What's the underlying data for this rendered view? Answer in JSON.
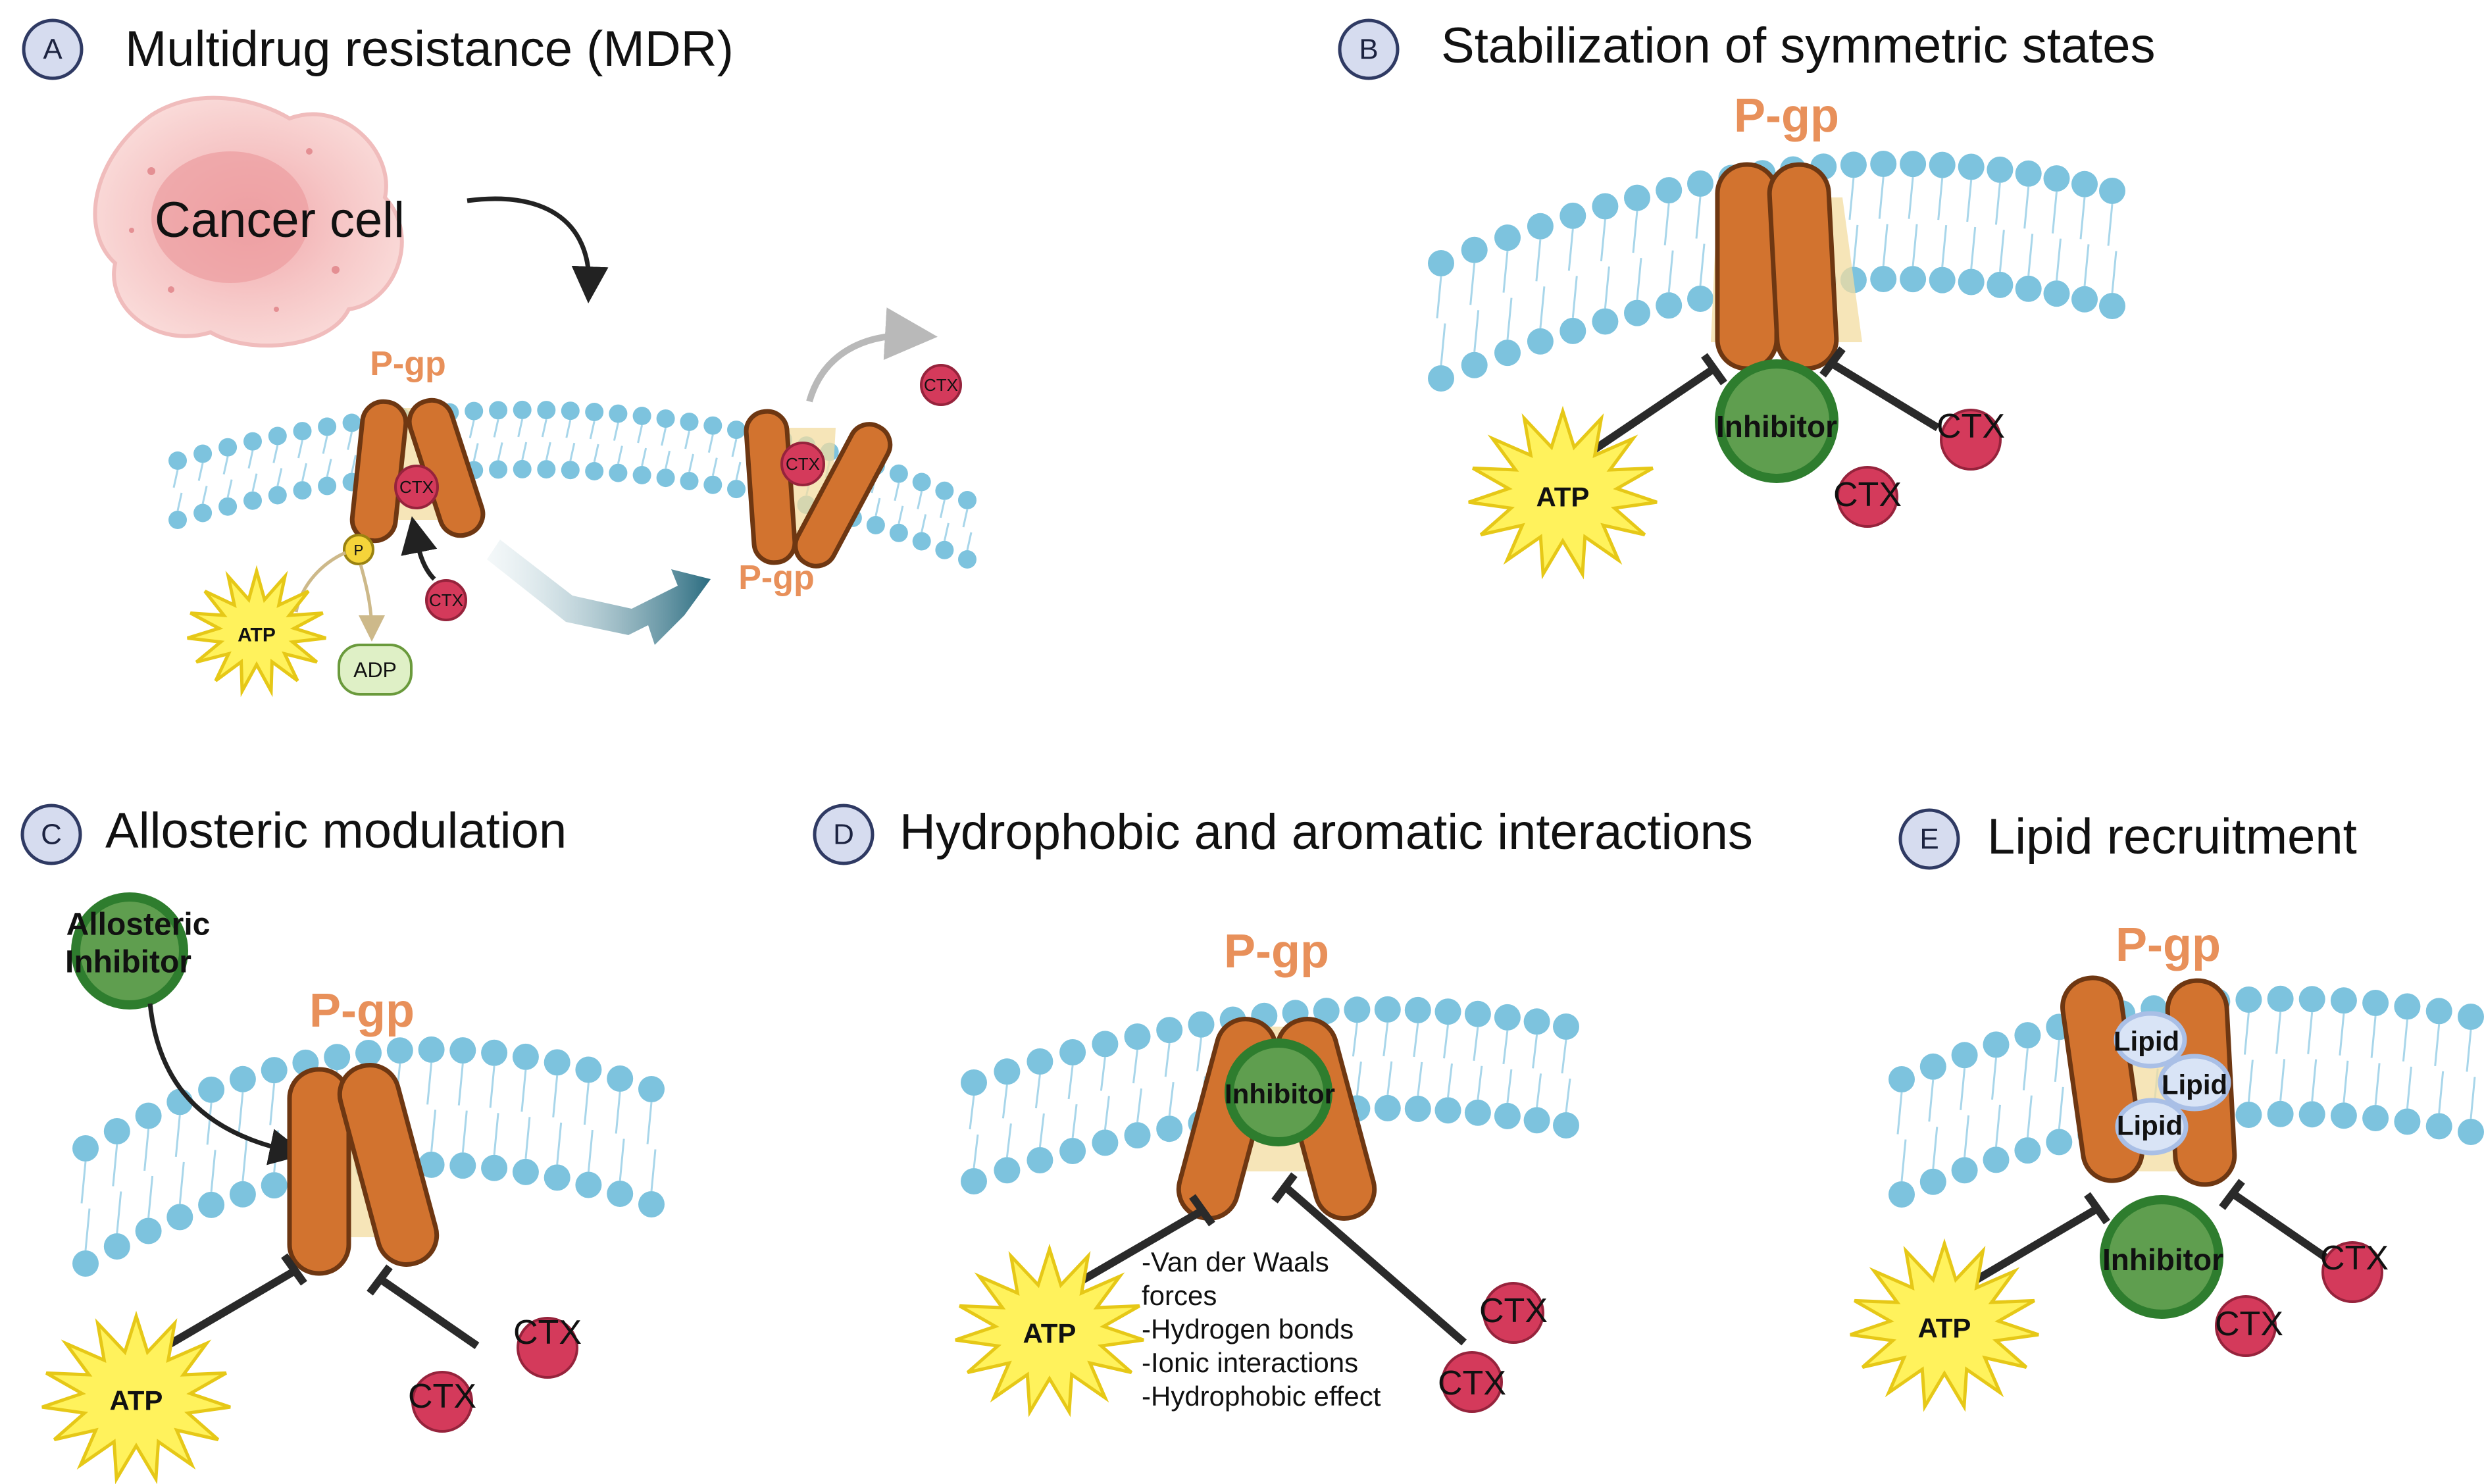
{
  "panels": {
    "A": {
      "badge": "A",
      "title": "Multidrug resistance (MDR)",
      "cell_label": "Cancer cell",
      "pgp_label_1": "P-gp",
      "pgp_label_2": "P-gp",
      "ctx": "CTX",
      "atp": "ATP",
      "adp": "ADP",
      "p": "P"
    },
    "B": {
      "badge": "B",
      "title": "Stabilization of symmetric states",
      "pgp_label": "P-gp",
      "inhibitor": "Inhibitor",
      "atp": "ATP",
      "ctx": "CTX"
    },
    "C": {
      "badge": "C",
      "title": "Allosteric modulation",
      "pgp_label": "P-gp",
      "allosteric_line1": "Allosteric",
      "allosteric_line2": "Inhibitor",
      "atp": "ATP",
      "ctx": "CTX"
    },
    "D": {
      "badge": "D",
      "title": "Hydrophobic and aromatic interactions",
      "pgp_label": "P-gp",
      "inhibitor": "Inhibitor",
      "atp": "ATP",
      "ctx": "CTX",
      "forces": [
        "-Van der Waals",
        "forces",
        "-Hydrogen bonds",
        "-Ionic interactions",
        "-Hydrophobic effect"
      ]
    },
    "E": {
      "badge": "E",
      "title": "Lipid recruitment",
      "pgp_label": "P-gp",
      "inhibitor": "Inhibitor",
      "lipid": "Lipid",
      "atp": "ATP",
      "ctx": "CTX"
    }
  },
  "colors": {
    "helix": "#d2732f",
    "inhibitor": "#5f9e4f",
    "ctx": "#d43a5b",
    "atp": "#fff25c",
    "membrane": "#7dc3de",
    "pgp_text": "#e8905a",
    "arrow": "#2b6c80"
  }
}
